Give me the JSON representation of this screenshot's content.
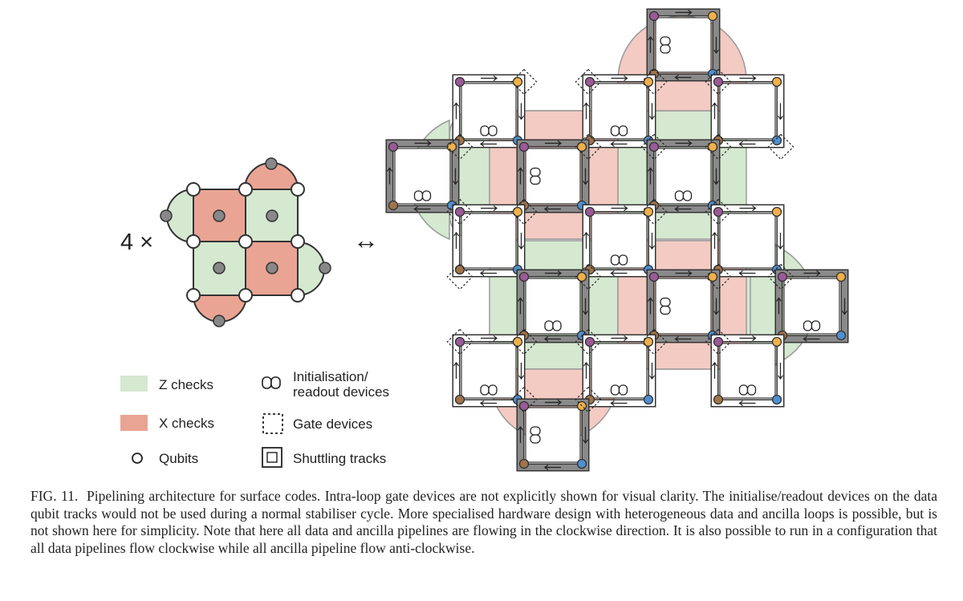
{
  "figure": {
    "multiplier": "4 ×",
    "arrow": "↔",
    "legend": {
      "z_checks": "Z checks",
      "x_checks": "X checks",
      "qubits": "Qubits",
      "init_readout": [
        "Initialisation/",
        "readout devices"
      ],
      "gate_devices": "Gate devices",
      "shuttling_tracks": "Shuttling tracks"
    },
    "colors": {
      "z_check": "#d5e8d0",
      "x_check": "#eaa493",
      "x_check_light": "#f3cbc3",
      "track_dark": "#8a8a8a",
      "qubit_purple": "#9b5a97",
      "qubit_orange": "#f0b04a",
      "qubit_blue": "#4f8fd0",
      "qubit_brown": "#a0744a"
    }
  },
  "caption": {
    "label": "FIG. 11.",
    "text": "Pipelining architecture for surface codes. Intra-loop gate devices are not explicitly shown for visual clarity. The initialise/readout devices on the data qubit tracks would not be used during a normal stabiliser cycle. More specialised hardware design with heterogeneous data and ancilla loops is possible, but is not shown here for simplicity. Note that here all data and ancilla pipelines are flowing in the clockwise direction. It is also possible to run in a configuration that all data pipelines flow clockwise while all ancilla pipeline flow anti-clockwise."
  }
}
